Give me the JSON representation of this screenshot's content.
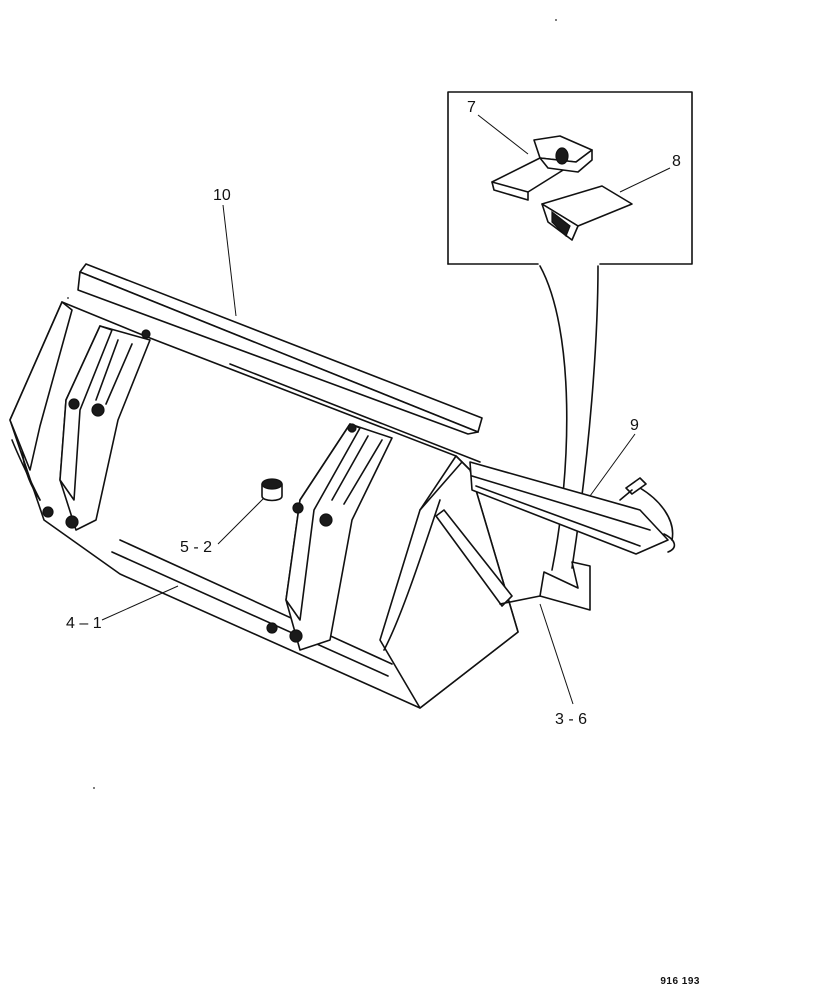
{
  "callouts": {
    "c7": "7",
    "c8": "8",
    "c10": "10",
    "c9": "9",
    "c5_2": "5 - 2",
    "c4_1": "4 – 1",
    "c3_6": "3 - 6"
  },
  "reference": "916 193"
}
